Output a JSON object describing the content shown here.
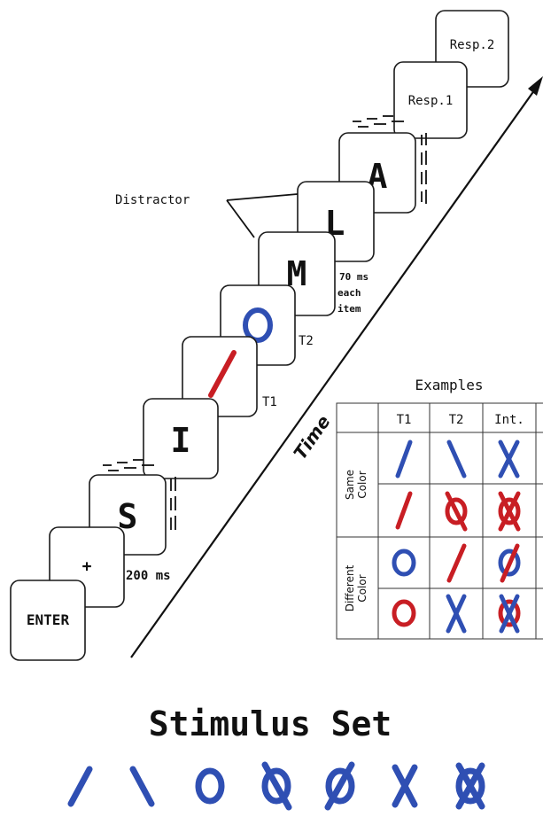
{
  "sequence": {
    "enter": "ENTER",
    "fixation": "+",
    "fixation_duration": "200 ms",
    "letters": {
      "s": "S",
      "i": "I",
      "m": "M",
      "l": "L",
      "a": "A"
    },
    "t1_label": "T1",
    "t2_label": "T2",
    "distractor_label": "Distractor",
    "rate_lines": [
      "70 ms",
      "each",
      "item"
    ],
    "resp1": "Resp.1",
    "resp2": "Resp.2",
    "time_label": "Time"
  },
  "examples": {
    "title": "Examples",
    "columns": [
      "T1",
      "T2",
      "Int."
    ],
    "row_groups": [
      {
        "lines": [
          "Same",
          "Color"
        ]
      },
      {
        "lines": [
          "Different",
          "Color"
        ]
      }
    ]
  },
  "stimulus_set": {
    "title": "Stimulus Set"
  },
  "colors": {
    "blue": "#2f4fb3",
    "red": "#c81e24"
  }
}
